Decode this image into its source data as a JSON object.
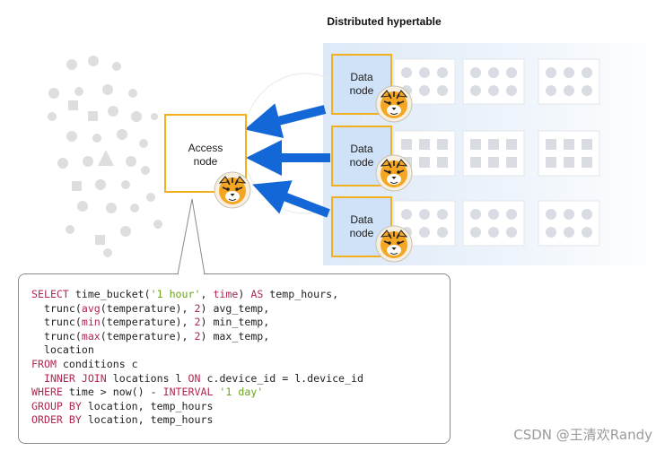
{
  "diagram": {
    "title": "Distributed hypertable",
    "access_node": {
      "line1": "Access",
      "line2": "node"
    },
    "data_nodes": [
      {
        "line1": "Data",
        "line2": "node"
      },
      {
        "line1": "Data",
        "line2": "node"
      },
      {
        "line1": "Data",
        "line2": "node"
      }
    ],
    "colors": {
      "node_border": "#f2b01e",
      "data_node_fill": "#cfe2f8",
      "arrow": "#1467d6",
      "panel_fill": "#e9f1fb",
      "shape_gray": "#dedede"
    },
    "icons": [
      "tiger-logo-icon"
    ]
  },
  "code": {
    "lines": [
      [
        {
          "t": "SELECT",
          "c": "kw"
        },
        {
          "t": " time_bucket("
        },
        {
          "t": "'1 hour'",
          "c": "str"
        },
        {
          "t": ", "
        },
        {
          "t": "time",
          "c": "kw"
        },
        {
          "t": ") "
        },
        {
          "t": "AS",
          "c": "kw"
        },
        {
          "t": " temp_hours,"
        }
      ],
      [
        {
          "t": "  trunc("
        },
        {
          "t": "avg",
          "c": "kw"
        },
        {
          "t": "(temperature), "
        },
        {
          "t": "2",
          "c": "kw"
        },
        {
          "t": ") avg_temp,"
        }
      ],
      [
        {
          "t": "  trunc("
        },
        {
          "t": "min",
          "c": "kw"
        },
        {
          "t": "(temperature), "
        },
        {
          "t": "2",
          "c": "kw"
        },
        {
          "t": ") min_temp,"
        }
      ],
      [
        {
          "t": "  trunc("
        },
        {
          "t": "max",
          "c": "kw"
        },
        {
          "t": "(temperature), "
        },
        {
          "t": "2",
          "c": "kw"
        },
        {
          "t": ") max_temp,"
        }
      ],
      [
        {
          "t": "  location"
        }
      ],
      [
        {
          "t": "FROM",
          "c": "kw"
        },
        {
          "t": " conditions c"
        }
      ],
      [
        {
          "t": "  "
        },
        {
          "t": "INNER JOIN",
          "c": "kw"
        },
        {
          "t": " locations l "
        },
        {
          "t": "ON",
          "c": "kw"
        },
        {
          "t": " c.device_id = l.device_id"
        }
      ],
      [
        {
          "t": "WHERE",
          "c": "kw"
        },
        {
          "t": " time > now() - "
        },
        {
          "t": "INTERVAL",
          "c": "kw"
        },
        {
          "t": " "
        },
        {
          "t": "'1 day'",
          "c": "str"
        }
      ],
      [
        {
          "t": "GROUP BY",
          "c": "kw"
        },
        {
          "t": " location, temp_hours"
        }
      ],
      [
        {
          "t": "ORDER BY",
          "c": "kw"
        },
        {
          "t": " location, temp_hours"
        }
      ]
    ]
  },
  "watermark": "CSDN @王清欢Randy"
}
